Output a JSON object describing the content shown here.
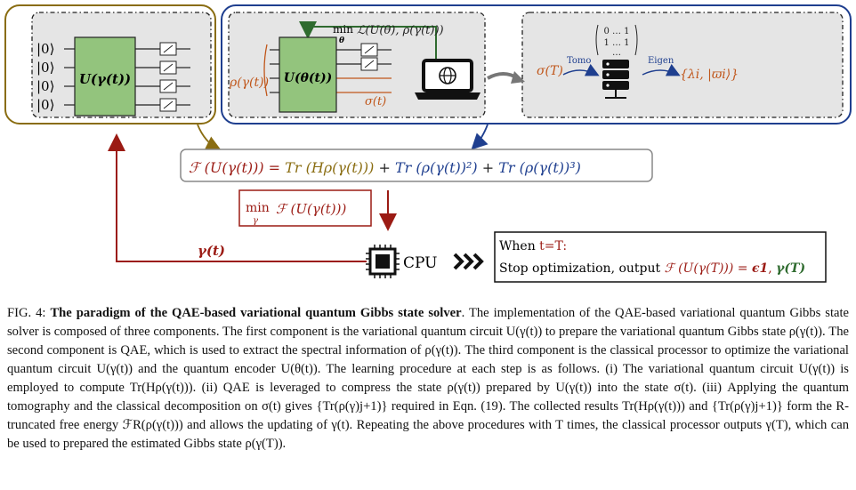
{
  "colors": {
    "gold": "#8a6d12",
    "navy": "#1f3f8f",
    "darkred": "#9b1b14",
    "green": "#2f6b2f",
    "orange": "#c0561a",
    "circuit_green": "#93c47d",
    "panel_gray": "#e5e5e5"
  },
  "icons": [
    "laptop-globe-icon",
    "server-icon",
    "cpu-chip-icon",
    "triple-chevron-icon",
    "measurement-meter-icon"
  ],
  "figure": {
    "left_panel": {
      "inputs": [
        "|0⟩",
        "|0⟩",
        "|0⟩",
        "|0⟩"
      ],
      "gate": "U(γ(t))"
    },
    "middle_panel": {
      "min_label": "min",
      "min_sub": "θ",
      "loss": "ℒ(U(θ), ρ(γ(t)))",
      "input_state": "ρ(γ(t))",
      "gate": "U(θ(t))",
      "output_state": "σ(t)"
    },
    "right_panel": {
      "matrix_rows": [
        "0 … 1",
        "1 … 1",
        "…"
      ],
      "sigma": "σ(T)",
      "tomo": "Tomo",
      "eigen": "Eigen",
      "result": "{λi, |ϖi⟩}"
    },
    "equation": {
      "lhs": "ℱ (U(γ(t))) = ",
      "term1": "Tr (Hρ(γ(t)))",
      "plus1": " + ",
      "term2": "Tr (ρ(γ(t))²)",
      "plus2": " + ",
      "term3": "Tr (ρ(γ(t))³)"
    },
    "min_box": {
      "min": "min",
      "sub": "γ",
      "expr": "ℱ (U(γ(t)))"
    },
    "gamma_label": "γ(t)",
    "cpu_label": "CPU",
    "when_box": {
      "line1_prefix": "When ",
      "line1_cond": "t=T:",
      "line2_prefix": "Stop optimization, output ",
      "line2_expr": "ℱ (U(γ(T))) = ",
      "line2_eps": "ϵ1",
      "line2_comma": ", ",
      "line2_gamma": "γ(T)"
    }
  },
  "caption": {
    "label": "FIG. 4: ",
    "title": "The paradigm of the QAE-based variational quantum Gibbs state solver",
    "body": ". The implementation of the QAE-based variational quantum Gibbs state solver is composed of three components. The first component is the variational quantum circuit U(γ(t)) to prepare the variational quantum Gibbs state ρ(γ(t)). The second component is QAE, which is used to extract the spectral information of ρ(γ(t)). The third component is the classical processor to optimize the variational quantum circuit U(γ(t)) and the quantum encoder U(θ(t)). The learning procedure at each step is as follows. (i) The variational quantum circuit U(γ(t)) is employed to compute Tr(Hρ(γ(t))). (ii) QAE is leveraged to compress the state ρ(γ(t)) prepared by U(γ(t)) into the state σ(t). (iii) Applying the quantum tomography and the classical decomposition on σ(t) gives {Tr(ρ(γ)j+1)} required in Eqn. (19). The collected results Tr(Hρ(γ(t))) and {Tr(ρ(γ)j+1)} form the R-truncated free energy ℱR(ρ(γ(t))) and allows the updating of γ(t). Repeating the above procedures with T times, the classical processor outputs γ(T), which can be used to prepared the estimated Gibbs state ρ(γ(T))."
  }
}
